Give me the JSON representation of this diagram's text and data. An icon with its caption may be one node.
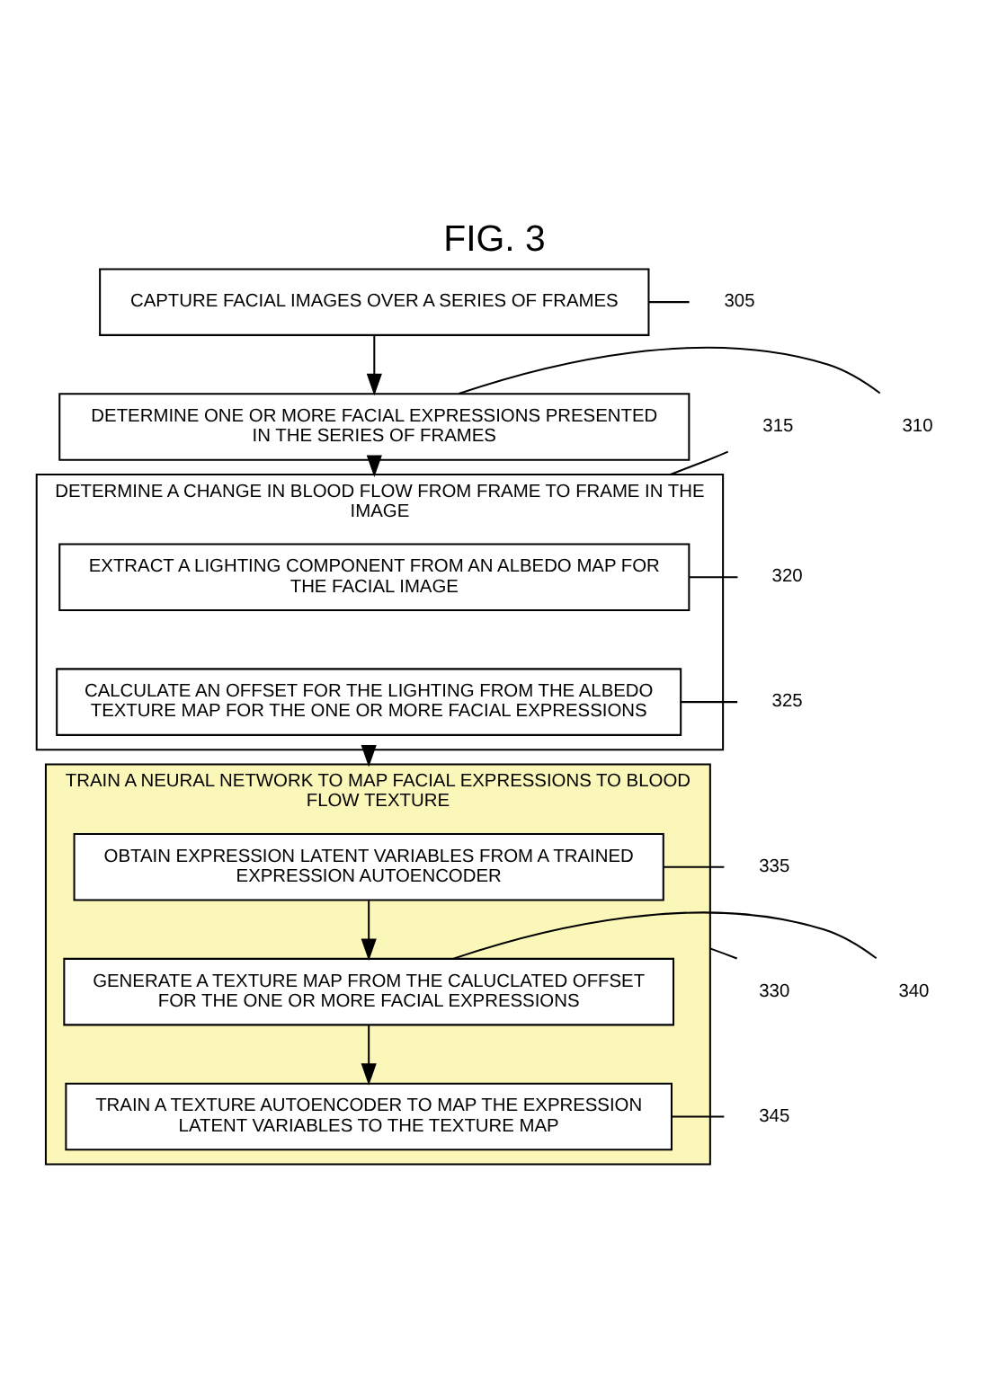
{
  "diagram": {
    "title": "FIG. 3",
    "nodes": [
      {
        "text": [
          "CAPTURE FACIAL IMAGES OVER A SERIES OF FRAMES"
        ]
      },
      {
        "text": [
          "DETERMINE ONE OR MORE FACIAL EXPRESSIONS PRESENTED IN THE SERIES OF FRAMES"
        ]
      },
      {
        "text": [
          "DETERMINE A CHANGE IN BLOOD FLOW FROM FRAME TO FRAME IN THE IMAGE"
        ]
      },
      {
        "text": [
          "EXTRACT A LIGHTING COMPONENT FROM AN ALBEDO MAP FOR THE FACIAL IMAGE"
        ],
        "in": 2
      },
      {
        "text": [
          "CALCULATE AN OFFSET FOR THE LIGHTING FROM THE ALBEDO TEXTURE MAP FOR THE ONE OR MORE FACIAL EXPRESSIONS"
        ],
        "in": 2
      },
      {
        "text": [
          "TRAIN A NEURAL NETWORK TO MAP FACIAL EXPRESSIONS TO BLOOD FLOW TEXTURE"
        ]
      },
      {
        "text": [
          "OBTAIN EXPRESSION LATENT VARIABLES FROM A TRAINED EXPRESSION AUTOENCODER"
        ],
        "in": 5
      },
      {
        "text": [
          "GENERATE A TEXTURE MAP FROM THE CALUCLATED OFFSET FOR THE ONE OR MORE FACIAL EXPRESSIONS"
        ],
        "in": 5
      },
      {
        "text": [
          "TRAIN A TEXTURE AUTOENCODER TO MAP THE EXPRESSION LATENT VARIABLES TO THE TEXTURE MAP"
        ],
        "in": 5
      },
      {
        "text": [
          "305"
        ]
      },
      {
        "text": [
          "310"
        ]
      },
      {
        "text": [
          "315"
        ]
      },
      {
        "text": [
          "320"
        ]
      },
      {
        "text": [
          "325"
        ]
      },
      {
        "text": [
          "330"
        ]
      },
      {
        "text": [
          "335"
        ]
      },
      {
        "text": [
          "340"
        ]
      },
      {
        "text": [
          "345"
        ]
      }
    ],
    "edges": [
      {
        "from": 0,
        "to": 1,
        "arrow": "to"
      },
      {
        "from": 1,
        "to": 2,
        "arrow": "to"
      },
      {
        "from": 2,
        "to": 5,
        "arrow": "to"
      },
      {
        "from": 6,
        "to": 7,
        "arrow": "to"
      },
      {
        "from": 7,
        "to": 8,
        "arrow": "to"
      },
      {
        "from": 9,
        "to": 0,
        "arrow": "none"
      },
      {
        "from": 10,
        "to": 1,
        "arrow": "none"
      },
      {
        "from": 11,
        "to": 2,
        "arrow": "none"
      },
      {
        "from": 12,
        "to": 3,
        "arrow": "none"
      },
      {
        "from": 13,
        "to": 4,
        "arrow": "none"
      },
      {
        "from": 14,
        "to": 5,
        "arrow": "none"
      },
      {
        "from": 15,
        "to": 6,
        "arrow": "none"
      },
      {
        "from": 16,
        "to": 7,
        "arrow": "none"
      },
      {
        "from": 17,
        "to": 8,
        "arrow": "none"
      }
    ]
  }
}
